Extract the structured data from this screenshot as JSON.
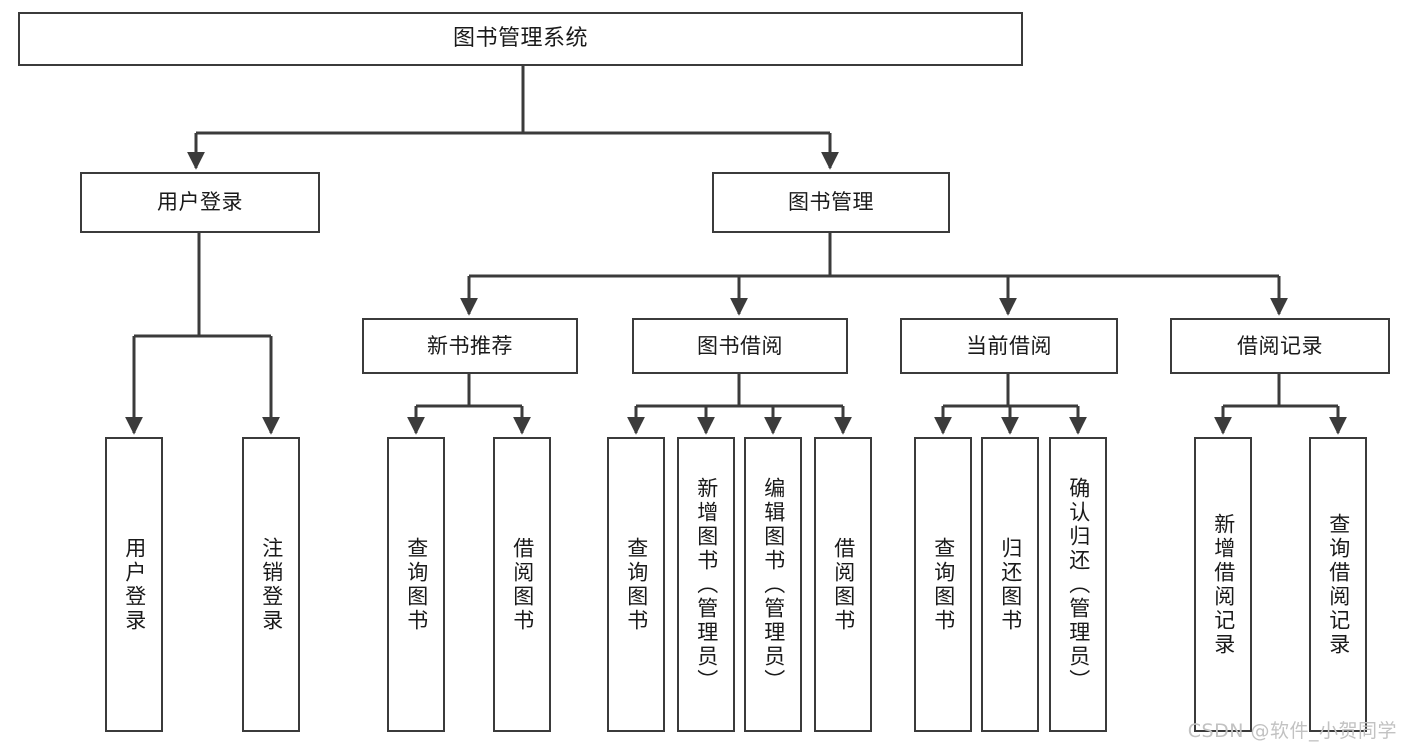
{
  "diagram": {
    "title": "图书管理系统",
    "type": "tree-hierarchy",
    "stroke_color": "#3b3b3b",
    "fill_color": "#ffffff",
    "text_color": "#1a1a1a"
  },
  "root": {
    "label": "图书管理系统"
  },
  "level2": [
    {
      "label": "用户登录"
    },
    {
      "label": "图书管理"
    }
  ],
  "level3": [
    {
      "label": "新书推荐"
    },
    {
      "label": "图书借阅"
    },
    {
      "label": "当前借阅"
    },
    {
      "label": "借阅记录"
    }
  ],
  "leaves": {
    "user_login": [
      {
        "label": "用户登录"
      },
      {
        "label": "注销登录"
      }
    ],
    "new_book": [
      {
        "label": "查询图书"
      },
      {
        "label": "借阅图书"
      }
    ],
    "borrow_book": [
      {
        "label": "查询图书"
      },
      {
        "label": "新增图书（管理员）"
      },
      {
        "label": "编辑图书（管理员）"
      },
      {
        "label": "借阅图书"
      }
    ],
    "current_borrow": [
      {
        "label": "查询图书"
      },
      {
        "label": "归还图书"
      },
      {
        "label": "确认归还（管理员）"
      }
    ],
    "borrow_record": [
      {
        "label": "新增借阅记录"
      },
      {
        "label": "查询借阅记录"
      }
    ]
  },
  "watermark": {
    "text": "CSDN @软件_小贺同学",
    "color": "#c2c2c2"
  }
}
